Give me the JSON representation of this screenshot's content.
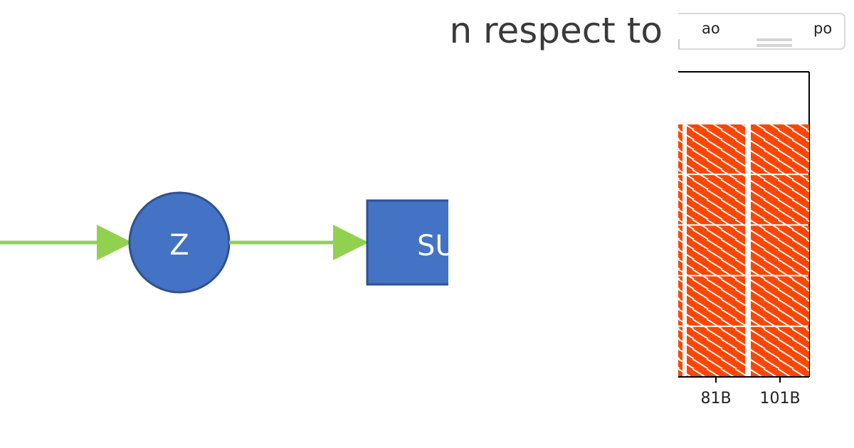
{
  "diagram": {
    "circle_label": "Z",
    "box_label": "SU"
  },
  "title": {
    "text": "n respect to"
  },
  "chart_data": {
    "type": "bar",
    "categories": [
      "81B",
      "101B"
    ],
    "legend": [
      "ao",
      "po"
    ],
    "legend_placement": "top",
    "colors": {
      "bar": "#ff4500",
      "hatch": "#ffffff",
      "frame": "#000000"
    }
  },
  "colors": {
    "node_fill": "#4472c4",
    "node_stroke": "#2f528f",
    "arrow": "#92d050",
    "node_text": "#ffffff"
  }
}
